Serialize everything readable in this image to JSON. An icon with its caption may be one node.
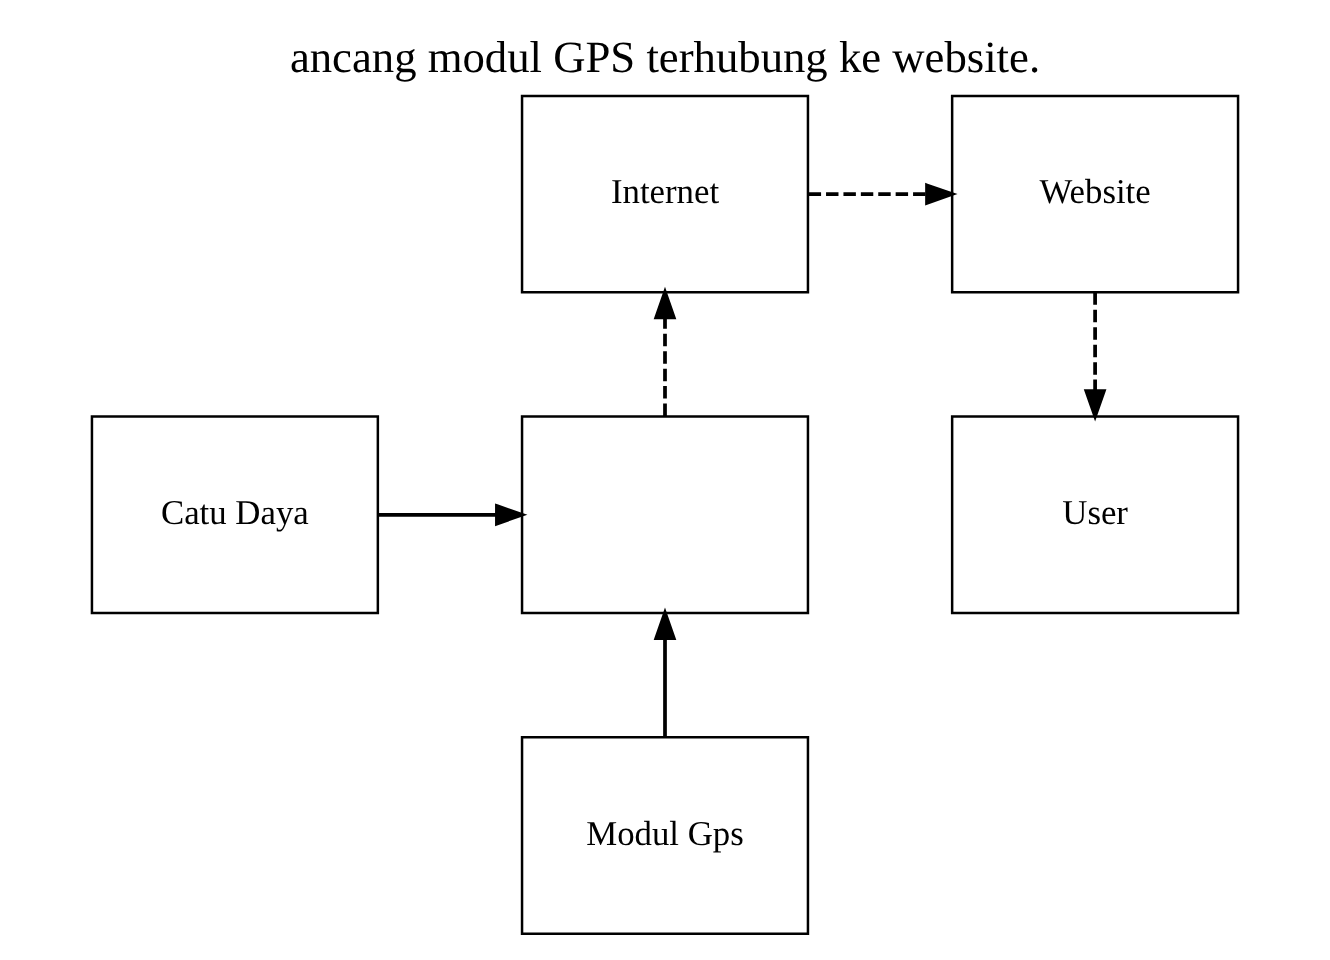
{
  "diagram": {
    "title": "ancang modul GPS terhubung ke website.",
    "nodes": [
      {
        "text": [
          "Internet"
        ]
      },
      {
        "text": [
          "Website"
        ]
      },
      {
        "text": [
          "Catu Daya"
        ]
      },
      {
        "text": [],
        "shape": "box"
      },
      {
        "text": [
          "User"
        ]
      },
      {
        "text": [
          "Modul Gps"
        ]
      }
    ],
    "edges": [
      {
        "from": 2,
        "to": 3,
        "arrow": "to"
      },
      {
        "from": 5,
        "to": 3,
        "arrow": "to"
      },
      {
        "from": 3,
        "to": 0,
        "arrow": "to",
        "style": "dashed"
      },
      {
        "from": 0,
        "to": 1,
        "arrow": "to",
        "style": "dashed"
      },
      {
        "from": 1,
        "to": 4,
        "arrow": "to",
        "style": "dashed"
      }
    ]
  }
}
